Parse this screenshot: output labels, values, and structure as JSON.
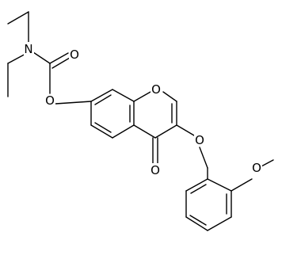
{
  "diagram": {
    "type": "chemical-structure",
    "atom_labels": {
      "n_carbamate": "N",
      "o_carbonyl_carbamate": "O",
      "o_ester": "O",
      "o_ring": "O",
      "o_ketone": "O",
      "o_ether": "O",
      "o_methoxy": "O"
    },
    "colors": {
      "bond": "#000000",
      "label": "#000000",
      "background": "#ffffff"
    }
  }
}
